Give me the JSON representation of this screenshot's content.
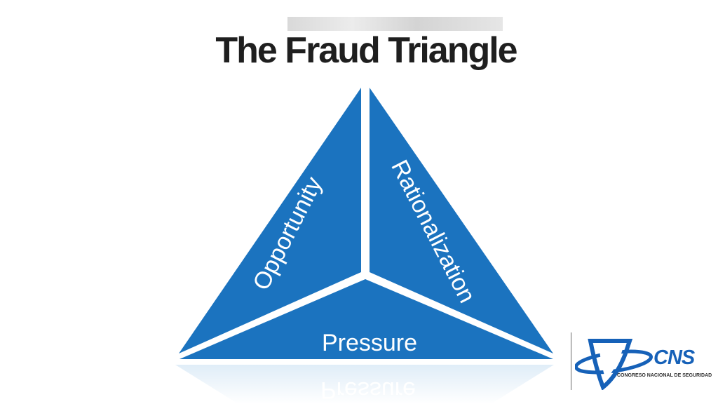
{
  "title": "The Fraud Triangle",
  "segments": {
    "opportunity": "Opportunity",
    "rationalization": "Rationalization",
    "pressure": "Pressure"
  },
  "logo": {
    "name": "CNS",
    "subtitle": "CONGRESO NACIONAL DE SEGURIDAD"
  },
  "colors": {
    "triangle": "#1b73bf",
    "background": "#ffffff",
    "label": "#ffffff"
  }
}
